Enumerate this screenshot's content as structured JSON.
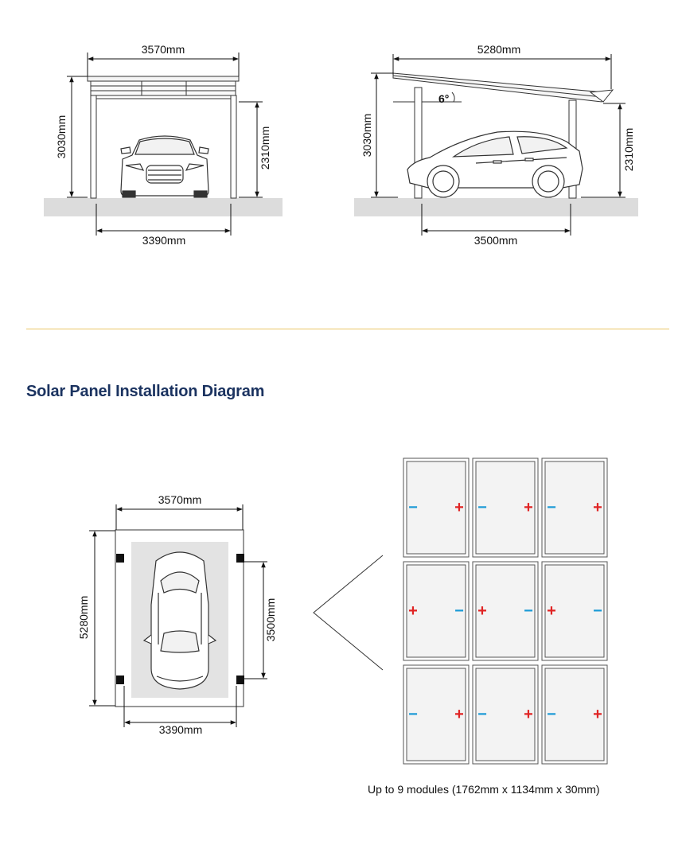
{
  "colors": {
    "title": "#1b3360",
    "divider": "#e9c565",
    "ground": "#dcdcdc",
    "minus": "#1a9ad6",
    "plus": "#e02424"
  },
  "front_view": {
    "top_width": "3570mm",
    "height": "3030mm",
    "clearance": "2310mm",
    "post_spacing": "3390mm"
  },
  "side_view": {
    "length": "5280mm",
    "angle": "6°",
    "height": "3030mm",
    "clearance": "2310mm",
    "post_spacing": "3500mm"
  },
  "section_title": "Solar Panel Installation Diagram",
  "plan_view": {
    "width": "3570mm",
    "length": "5280mm",
    "post_spacing_length": "3500mm",
    "post_spacing_width": "3390mm"
  },
  "panel_grid": {
    "rows": [
      [
        "minus-plus",
        "minus-plus",
        "minus-plus"
      ],
      [
        "plus-minus",
        "plus-minus",
        "plus-minus"
      ],
      [
        "minus-plus",
        "minus-plus",
        "minus-plus"
      ]
    ],
    "minus_symbol": "−",
    "plus_symbol": "+"
  },
  "caption": "Up to 9 modules   (1762mm x 1134mm x 30mm)"
}
